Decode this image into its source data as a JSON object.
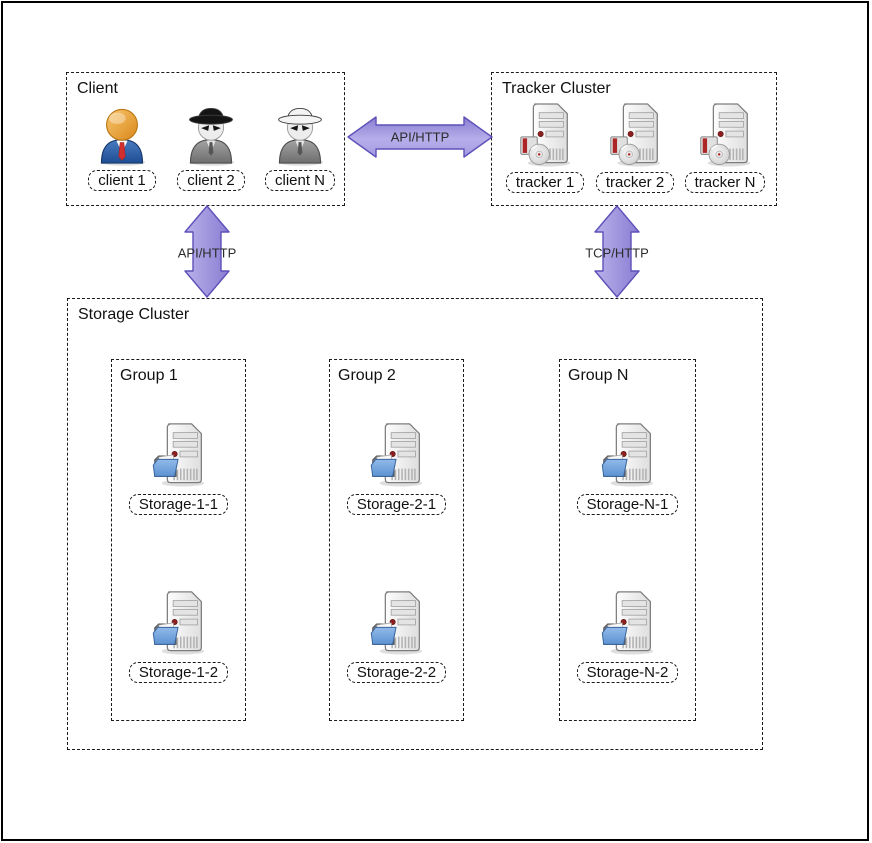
{
  "diagram": {
    "type": "architecture-diagram",
    "background": "#ffffff",
    "frame_color": "#000000"
  },
  "client_box": {
    "title": "Client",
    "items": [
      {
        "label": "client 1",
        "icon": "businessman-icon"
      },
      {
        "label": "client 2",
        "icon": "spy-black-hat-icon"
      },
      {
        "label": "client N",
        "icon": "spy-white-hat-icon"
      }
    ]
  },
  "tracker_box": {
    "title": "Tracker Cluster",
    "items": [
      {
        "label": "tracker 1",
        "icon": "tracker-server-icon"
      },
      {
        "label": "tracker 2",
        "icon": "tracker-server-icon"
      },
      {
        "label": "tracker N",
        "icon": "tracker-server-icon"
      }
    ]
  },
  "storage_box": {
    "title": "Storage Cluster",
    "groups": [
      {
        "title": "Group 1",
        "servers": [
          {
            "label": "Storage-1-1",
            "icon": "storage-server-icon"
          },
          {
            "label": "Storage-1-2",
            "icon": "storage-server-icon"
          }
        ]
      },
      {
        "title": "Group 2",
        "servers": [
          {
            "label": "Storage-2-1",
            "icon": "storage-server-icon"
          },
          {
            "label": "Storage-2-2",
            "icon": "storage-server-icon"
          }
        ]
      },
      {
        "title": "Group N",
        "servers": [
          {
            "label": "Storage-N-1",
            "icon": "storage-server-icon"
          },
          {
            "label": "Storage-N-2",
            "icon": "storage-server-icon"
          }
        ]
      }
    ]
  },
  "connections": {
    "client_tracker": {
      "label": "API/HTTP",
      "direction": "horizontal"
    },
    "client_storage": {
      "label": "API/HTTP",
      "direction": "vertical"
    },
    "tracker_storage": {
      "label": "TCP/HTTP",
      "direction": "vertical"
    }
  },
  "colors": {
    "arrow_fill_light": "#b7afe9",
    "arrow_fill_dark": "#8a7fd3",
    "arrow_border": "#5d51b8",
    "dashed_border": "#1a1a1a",
    "led_red": "#8d1f1f",
    "folder_blue": "#6b9cd8",
    "suit_blue": "#2e5fa3",
    "head_orange": "#e89a2a"
  }
}
